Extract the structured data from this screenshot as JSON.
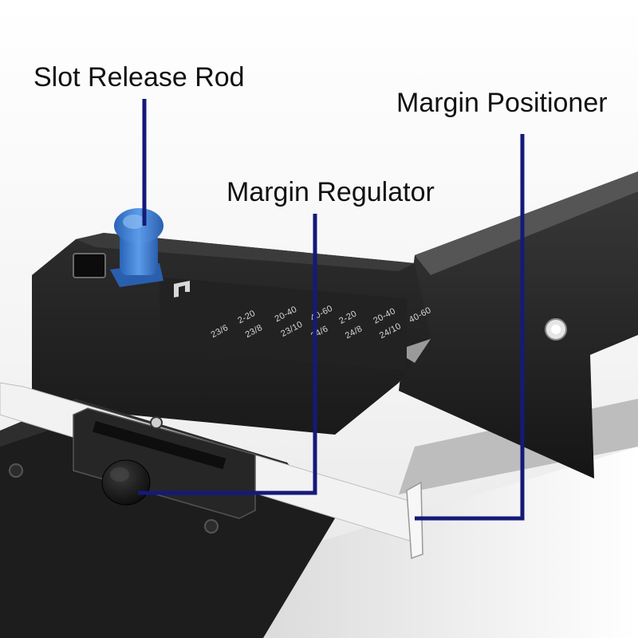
{
  "callouts": {
    "slot_release_rod": "Slot Release Rod",
    "margin_positioner": "Margin Positioner",
    "margin_regulator": "Margin Regulator"
  },
  "spec_table": [
    {
      "paper": "23/6",
      "range": "2-20"
    },
    {
      "paper": "23/8",
      "range": "20-40"
    },
    {
      "paper": "23/10",
      "range": "40-60"
    },
    {
      "paper": "24/6",
      "range": "2-20"
    },
    {
      "paper": "24/8",
      "range": "20-40"
    },
    {
      "paper": "24/10",
      "range": "40-60"
    }
  ],
  "colors": {
    "callout_line": "#15197a",
    "rod_blue": "#3d7fd6",
    "body_black": "#1b1b1b",
    "background": "#ffffff"
  }
}
